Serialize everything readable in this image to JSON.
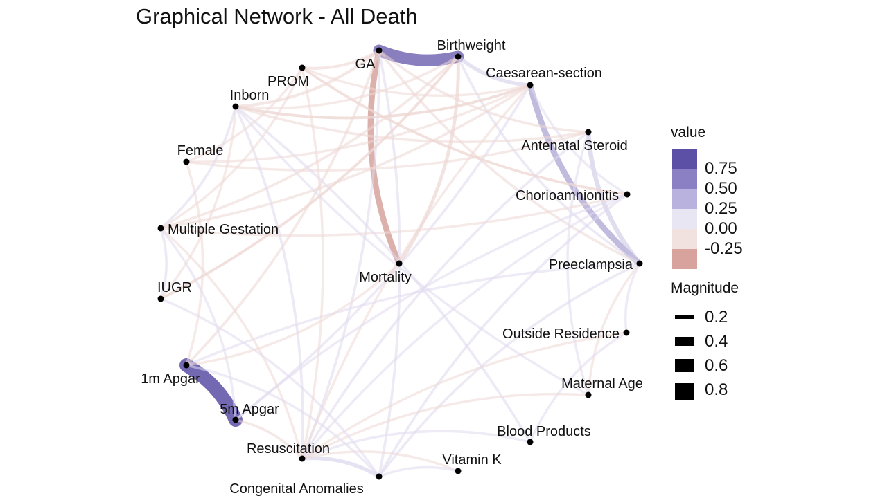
{
  "title": "Graphical Network - All Death",
  "colors": {
    "node": "#000000",
    "positive": "#5b4fa6",
    "negative": "#d6a39d",
    "neutral": "#e8e4f2"
  },
  "nodes": [
    {
      "id": "ga",
      "label": "GA"
    },
    {
      "id": "bw",
      "label": "Birthweight"
    },
    {
      "id": "cs",
      "label": "Caesarean-section"
    },
    {
      "id": "as",
      "label": "Antenatal Steroid"
    },
    {
      "id": "ch",
      "label": "Chorioamnionitis"
    },
    {
      "id": "pe",
      "label": "Preeclampsia"
    },
    {
      "id": "or",
      "label": "Outside Residence"
    },
    {
      "id": "ma",
      "label": "Maternal Age"
    },
    {
      "id": "bp",
      "label": "Blood Products"
    },
    {
      "id": "vk",
      "label": "Vitamin K"
    },
    {
      "id": "ca",
      "label": "Congenital Anomalies"
    },
    {
      "id": "rs",
      "label": "Resuscitation"
    },
    {
      "id": "a5",
      "label": "5m Apgar"
    },
    {
      "id": "a1",
      "label": "1m Apgar"
    },
    {
      "id": "iu",
      "label": "IUGR"
    },
    {
      "id": "mg",
      "label": "Multiple Gestation"
    },
    {
      "id": "fe",
      "label": "Female"
    },
    {
      "id": "ib",
      "label": "Inborn"
    },
    {
      "id": "pr",
      "label": "PROM"
    },
    {
      "id": "mo",
      "label": "Mortality"
    }
  ],
  "edges": [
    {
      "from": "a1",
      "to": "a5",
      "value": 0.85
    },
    {
      "from": "ga",
      "to": "bw",
      "value": 0.7
    },
    {
      "from": "ga",
      "to": "mo",
      "value": -0.3
    },
    {
      "from": "cs",
      "to": "pe",
      "value": 0.3
    },
    {
      "from": "as",
      "to": "pe",
      "value": 0.2
    },
    {
      "from": "bw",
      "to": "cs",
      "value": 0.15
    },
    {
      "from": "rs",
      "to": "ca",
      "value": 0.15
    },
    {
      "from": "bw",
      "to": "mo",
      "value": -0.12
    },
    {
      "from": "ga",
      "to": "ib",
      "value": -0.08
    },
    {
      "from": "ga",
      "to": "pr",
      "value": -0.08
    },
    {
      "from": "ga",
      "to": "rs",
      "value": 0.06
    },
    {
      "from": "ga",
      "to": "a1",
      "value": -0.06
    },
    {
      "from": "ga",
      "to": "ca",
      "value": 0.06
    },
    {
      "from": "ga",
      "to": "pe",
      "value": -0.06
    },
    {
      "from": "ga",
      "to": "as",
      "value": -0.06
    },
    {
      "from": "bw",
      "to": "pe",
      "value": 0.06
    },
    {
      "from": "bw",
      "to": "mg",
      "value": -0.06
    },
    {
      "from": "bw",
      "to": "iu",
      "value": -0.07
    },
    {
      "from": "bw",
      "to": "ib",
      "value": -0.05
    },
    {
      "from": "cs",
      "to": "ib",
      "value": -0.07
    },
    {
      "from": "cs",
      "to": "mg",
      "value": -0.06
    },
    {
      "from": "cs",
      "to": "a5",
      "value": 0.06
    },
    {
      "from": "cs",
      "to": "rs",
      "value": -0.05
    },
    {
      "from": "cs",
      "to": "ch",
      "value": 0.05
    },
    {
      "from": "as",
      "to": "ib",
      "value": -0.06
    },
    {
      "from": "as",
      "to": "fe",
      "value": -0.05
    },
    {
      "from": "as",
      "to": "rs",
      "value": 0.06
    },
    {
      "from": "as",
      "to": "ma",
      "value": 0.05
    },
    {
      "from": "ch",
      "to": "pr",
      "value": -0.06
    },
    {
      "from": "ch",
      "to": "mg",
      "value": -0.05
    },
    {
      "from": "ch",
      "to": "ca",
      "value": 0.06
    },
    {
      "from": "ch",
      "to": "rs",
      "value": 0.05
    },
    {
      "from": "pe",
      "to": "or",
      "value": 0.05
    },
    {
      "from": "pe",
      "to": "ma",
      "value": -0.05
    },
    {
      "from": "pe",
      "to": "ca",
      "value": 0.06
    },
    {
      "from": "pe",
      "to": "a1",
      "value": 0.05
    },
    {
      "from": "or",
      "to": "bp",
      "value": 0.05
    },
    {
      "from": "or",
      "to": "rs",
      "value": -0.05
    },
    {
      "from": "ma",
      "to": "rs",
      "value": -0.05
    },
    {
      "from": "bp",
      "to": "rs",
      "value": 0.05
    },
    {
      "from": "bp",
      "to": "ib",
      "value": 0.06
    },
    {
      "from": "vk",
      "to": "rs",
      "value": -0.05
    },
    {
      "from": "vk",
      "to": "ca",
      "value": 0.05
    },
    {
      "from": "ca",
      "to": "a1",
      "value": 0.05
    },
    {
      "from": "ca",
      "to": "iu",
      "value": 0.05
    },
    {
      "from": "rs",
      "to": "a5",
      "value": -0.06
    },
    {
      "from": "rs",
      "to": "ib",
      "value": 0.06
    },
    {
      "from": "rs",
      "to": "mg",
      "value": -0.05
    },
    {
      "from": "rs",
      "to": "pr",
      "value": -0.05
    },
    {
      "from": "a1",
      "to": "fe",
      "value": -0.05
    },
    {
      "from": "a5",
      "to": "mg",
      "value": 0.05
    },
    {
      "from": "iu",
      "to": "mg",
      "value": 0.06
    },
    {
      "from": "iu",
      "to": "ib",
      "value": -0.05
    },
    {
      "from": "mg",
      "to": "ib",
      "value": 0.06
    },
    {
      "from": "mg",
      "to": "pr",
      "value": -0.05
    },
    {
      "from": "fe",
      "to": "pr",
      "value": -0.05
    },
    {
      "from": "fe",
      "to": "cs",
      "value": -0.05
    },
    {
      "from": "ib",
      "to": "cs",
      "value": -0.06
    },
    {
      "from": "pr",
      "to": "ch",
      "value": -0.05
    },
    {
      "from": "pr",
      "to": "cs",
      "value": -0.05
    },
    {
      "from": "ib",
      "to": "ma",
      "value": 0.05
    },
    {
      "from": "a5",
      "to": "ch",
      "value": 0.05
    },
    {
      "from": "a1",
      "to": "mo",
      "value": -0.05
    },
    {
      "from": "iu",
      "to": "bw",
      "value": -0.05
    }
  ],
  "legend": {
    "color_title": "value",
    "color_scale": [
      {
        "label": "0.75",
        "color": "#5b4fa6"
      },
      {
        "label": "0.50",
        "color": "#8a80c3"
      },
      {
        "label": "0.25",
        "color": "#b9b2de"
      },
      {
        "label": "0.00",
        "color": "#e9e6f3"
      },
      {
        "label": "-0.25",
        "color": "#f2e2df"
      },
      {
        "label": "",
        "color": "#d8a39c"
      }
    ],
    "size_title": "Magnitude",
    "size_scale": [
      {
        "label": "0.2"
      },
      {
        "label": "0.4"
      },
      {
        "label": "0.6"
      },
      {
        "label": "0.8"
      }
    ]
  }
}
